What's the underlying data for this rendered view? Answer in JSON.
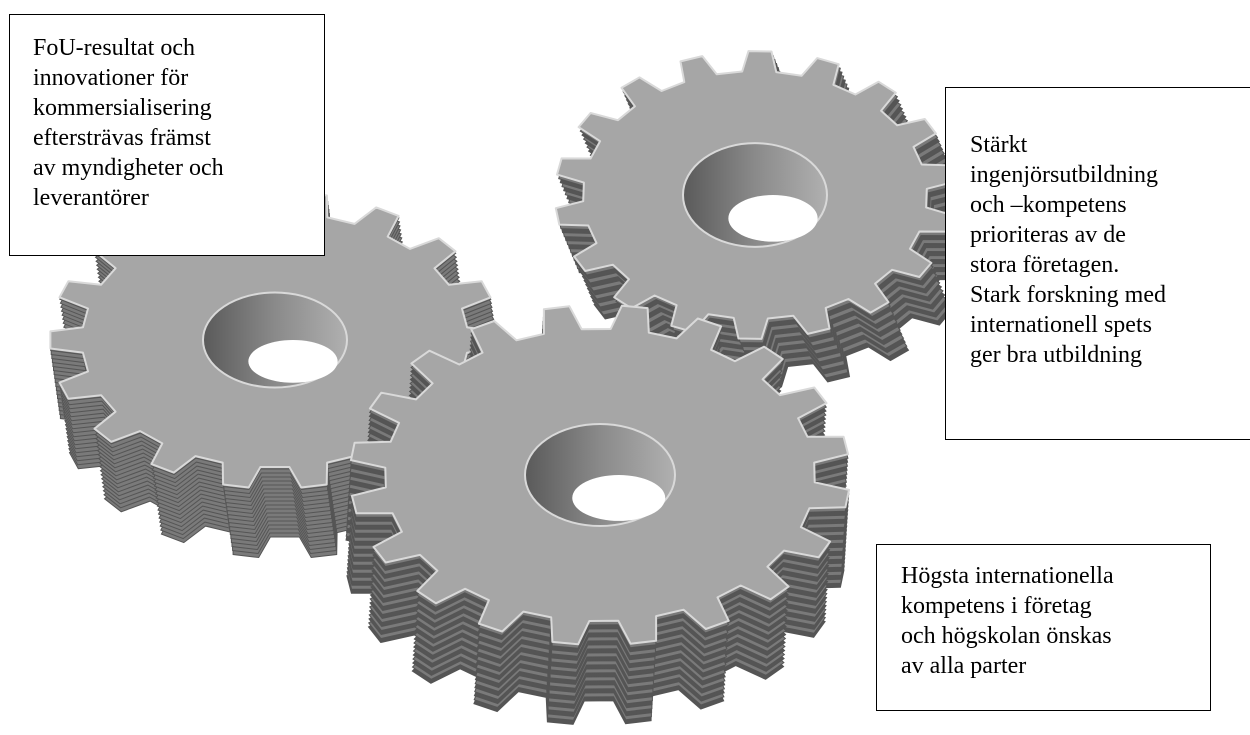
{
  "text_boxes": {
    "fou": {
      "lines": [
        "FoU-resultat och",
        "innovationer för",
        "kommersialisering",
        "eftersträvas främst",
        "av myndigheter och",
        "leverantörer"
      ]
    },
    "starkt": {
      "lines": [
        "Stärkt",
        "ingenjörsutbildning",
        "och –kompetens",
        "prioriteras av de",
        "stora företagen.",
        "Stark forskning med",
        "internationell spets",
        "ger bra utbildning"
      ]
    },
    "hogsta": {
      "lines": [
        "Högsta internationella",
        "kompetens i företag",
        "och högskolan önskas",
        "av alla parter"
      ]
    }
  },
  "colors": {
    "gear_face": "#a6a6a6",
    "gear_side_dark": "#555555",
    "gear_side_mid": "#7a7a7a",
    "gear_highlight": "#d9d9d9",
    "hole_inner": "#6e6e6e"
  }
}
